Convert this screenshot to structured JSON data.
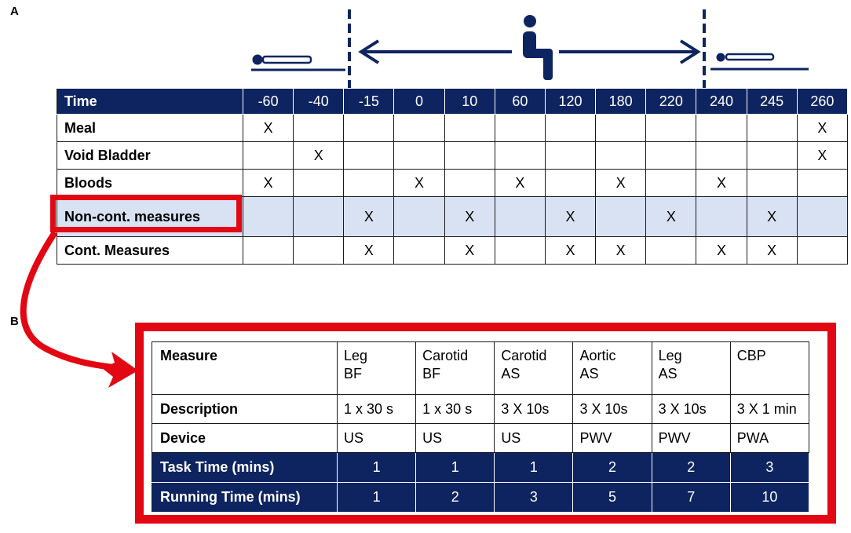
{
  "panel_a_label": "A",
  "panel_b_label": "B",
  "icons": {
    "left_posture": "supine-person-icon",
    "middle_posture": "seated-person-icon",
    "right_posture": "supine-person-icon"
  },
  "colors": {
    "navy": "#0e2461",
    "highlight": "#d9e2f3",
    "red": "#e30613"
  },
  "table_a": {
    "header_label": "Time",
    "times": [
      "-60",
      "-40",
      "-15",
      "0",
      "10",
      "60",
      "120",
      "180",
      "220",
      "240",
      "245",
      "260"
    ],
    "rows": [
      {
        "label": "Meal",
        "cells": [
          "X",
          "",
          "",
          "",
          "",
          "",
          "",
          "",
          "",
          "",
          "",
          "X"
        ]
      },
      {
        "label": "Void Bladder",
        "cells": [
          "",
          "X",
          "",
          "",
          "",
          "",
          "",
          "",
          "",
          "",
          "",
          "X"
        ]
      },
      {
        "label": "Bloods",
        "cells": [
          "X",
          "",
          "",
          "X",
          "",
          "X",
          "",
          "X",
          "",
          "X",
          "",
          ""
        ]
      },
      {
        "label": "Non-cont. measures",
        "cells": [
          "",
          "",
          "X",
          "",
          "X",
          "",
          "X",
          "",
          "X",
          "",
          "X",
          ""
        ]
      },
      {
        "label": "Cont. Measures",
        "cells": [
          "",
          "",
          "X",
          "",
          "X",
          "",
          "X",
          "X",
          "",
          "X",
          "X",
          ""
        ]
      }
    ]
  },
  "table_b": {
    "measure_label": "Measure",
    "measures": [
      {
        "line1": "Leg",
        "line2": "BF"
      },
      {
        "line1": "Carotid",
        "line2": "BF"
      },
      {
        "line1": "Carotid",
        "line2": "AS"
      },
      {
        "line1": "Aortic",
        "line2": "AS"
      },
      {
        "line1": "Leg",
        "line2": "AS"
      },
      {
        "line1": "CBP",
        "line2": ""
      }
    ],
    "description_label": "Description",
    "descriptions": [
      "1 x 30 s",
      "1 x 30 s",
      "3 X 10s",
      "3 X 10s",
      "3 X 10s",
      "3 X 1 min"
    ],
    "device_label": "Device",
    "devices": [
      "US",
      "US",
      "US",
      "PWV",
      "PWV",
      "PWA"
    ],
    "task_time_label": "Task Time (mins)",
    "task_times": [
      "1",
      "1",
      "1",
      "2",
      "2",
      "3"
    ],
    "running_time_label": "Running Time (mins)",
    "running_times": [
      "1",
      "2",
      "3",
      "5",
      "7",
      "10"
    ]
  }
}
